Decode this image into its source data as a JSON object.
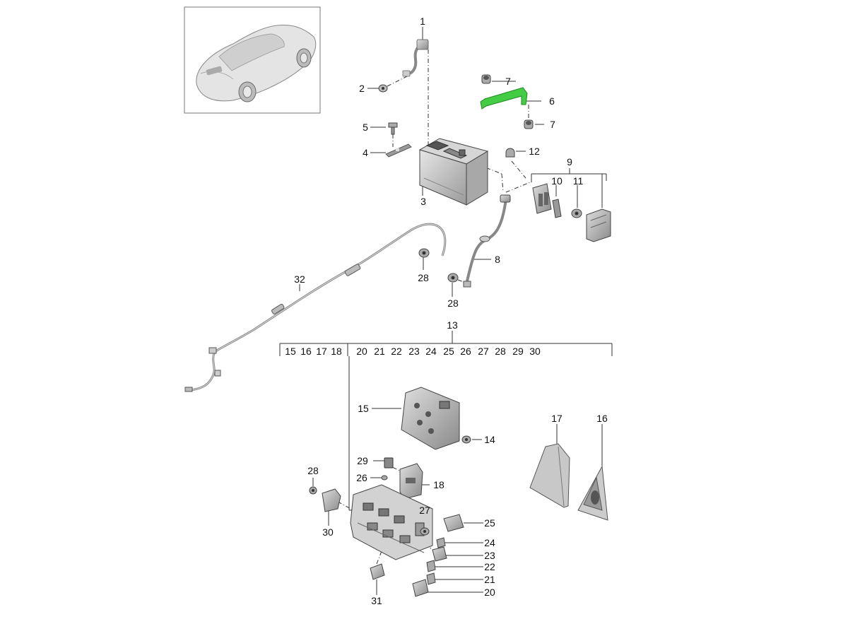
{
  "diagram": {
    "callouts": {
      "c1": "1",
      "c2": "2",
      "c3": "3",
      "c4": "4",
      "c5": "5",
      "c6": "6",
      "c7a": "7",
      "c7b": "7",
      "c8": "8",
      "c9": "9",
      "c10": "10",
      "c11": "11",
      "c12": "12",
      "c13": "13",
      "c14": "14",
      "c15": "15",
      "c16": "16",
      "c17": "17",
      "c18": "18",
      "c20": "20",
      "c21": "21",
      "c22": "22",
      "c23": "23",
      "c24": "24",
      "c25": "25",
      "c26": "26",
      "c27": "27",
      "c28a": "28",
      "c28b": "28",
      "c28c": "28",
      "c29": "29",
      "c30": "30",
      "c31": "31",
      "c32": "32"
    },
    "group13_items": [
      "15",
      "16",
      "17",
      "18",
      "20",
      "21",
      "22",
      "23",
      "24",
      "25",
      "26",
      "27",
      "28",
      "29",
      "30"
    ],
    "highlight_color": "#44cc44"
  }
}
